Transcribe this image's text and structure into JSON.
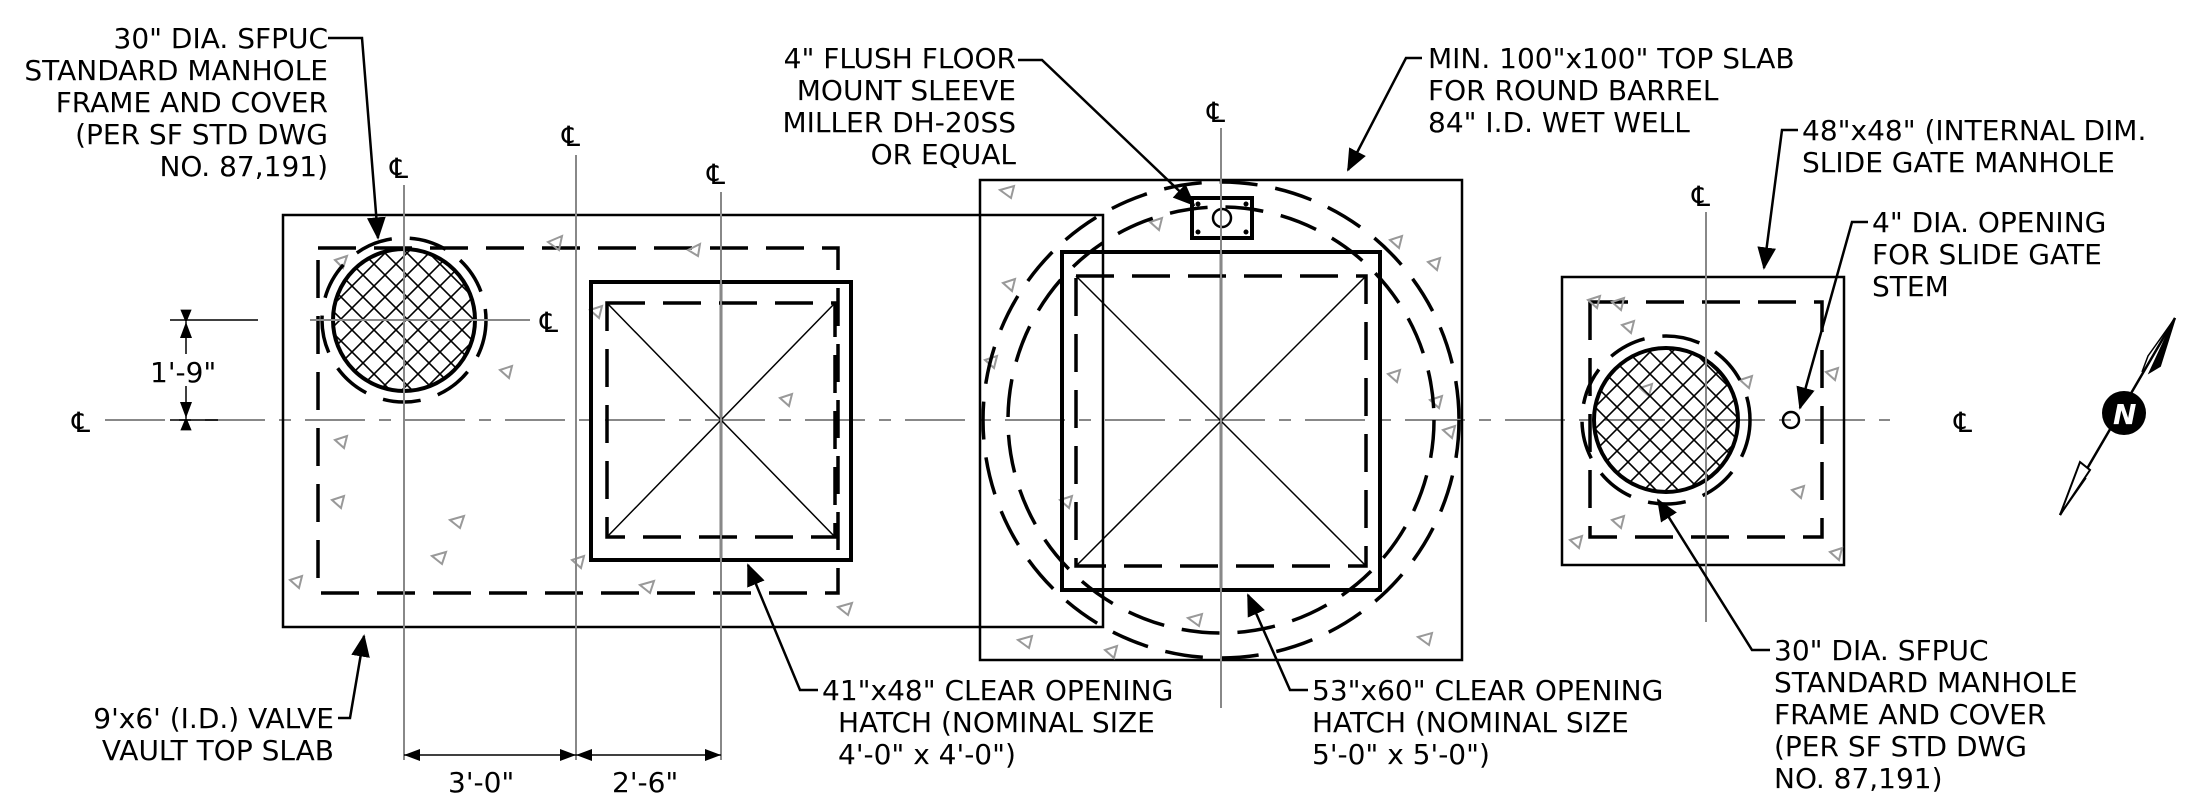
{
  "centerline_symbol": "℄",
  "labels": {
    "left_manhole": [
      "30\" DIA. SFPUC",
      "STANDARD MANHOLE",
      "FRAME AND COVER",
      "(PER SF STD DWG",
      "NO. 87,191)"
    ],
    "floor_sleeve": [
      "4\" FLUSH FLOOR",
      "MOUNT SLEEVE",
      "MILLER DH-20SS",
      "OR EQUAL"
    ],
    "top_slab": [
      "MIN. 100\"x100\" TOP SLAB",
      "FOR ROUND BARREL",
      "84\" I.D. WET WELL"
    ],
    "slide_gate_manhole": [
      "48\"x48\" (INTERNAL DIM.",
      "SLIDE GATE MANHOLE"
    ],
    "slide_gate_opening": [
      "4\" DIA. OPENING",
      "FOR SLIDE GATE",
      "STEM"
    ],
    "valve_vault": [
      "9'x6' (I.D.) VALVE",
      "VAULT TOP SLAB"
    ],
    "hatch_41x48": [
      "41\"x48\" CLEAR OPENING",
      "HATCH (NOMINAL SIZE",
      "4'-0\" x 4'-0\")"
    ],
    "hatch_53x60": [
      "53\"x60\" CLEAR OPENING",
      "HATCH (NOMINAL SIZE",
      "5'-0\" x 5'-0\")"
    ],
    "right_manhole": [
      "30\" DIA. SFPUC",
      "STANDARD MANHOLE",
      "FRAME AND COVER",
      "(PER SF STD DWG",
      "NO. 87,191)"
    ]
  },
  "dimensions": {
    "vertical_offset": "1'-9\"",
    "width_3ft": "3'-0\"",
    "width_2ft6": "2'-6\""
  },
  "north_arrow_letter": "N"
}
